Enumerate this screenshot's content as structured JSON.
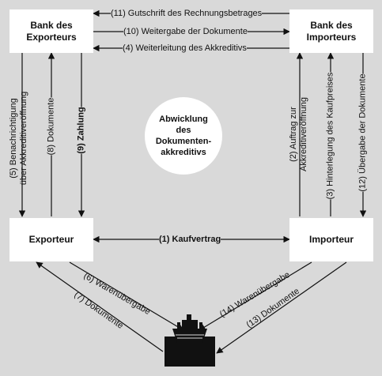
{
  "nodes": {
    "bank_exporteur": "Bank des\nExporteurs",
    "bank_importeur": "Bank des\nImporteurs",
    "exporteur": "Exporteur",
    "importeur": "Importeur",
    "center": "Abwicklung\ndes\nDokumenten-\nakkreditivs"
  },
  "flows": {
    "f11": "(11) Gutschrift des Rechnungsbetrages",
    "f10": "(10) Weitergabe der Dokumente",
    "f4": "(4) Weiterleitung des Akkreditivs",
    "f5": "(5) Benachrichtigung\nüber Akkreditiveröffnung",
    "f8": "(8) Dokumente",
    "f9": "(9) Zahlung",
    "f2": "(2) Auftrag zur\nAkkreditiveröffnung",
    "f3": "(3) Hinterlegung des Kaufpreises",
    "f12": "(12) Übergabe der Dokumente",
    "f1": "(1) Kaufvertrag",
    "f6": "(6) Warenübergabe",
    "f7": "(7) Dokumente",
    "f14": "(14) Warenübergabe",
    "f13": "(13) Dokumente"
  },
  "colors": {
    "background": "#d9d9d9",
    "box": "#ffffff",
    "line": "#111111"
  },
  "icons": [
    "ship-icon"
  ]
}
